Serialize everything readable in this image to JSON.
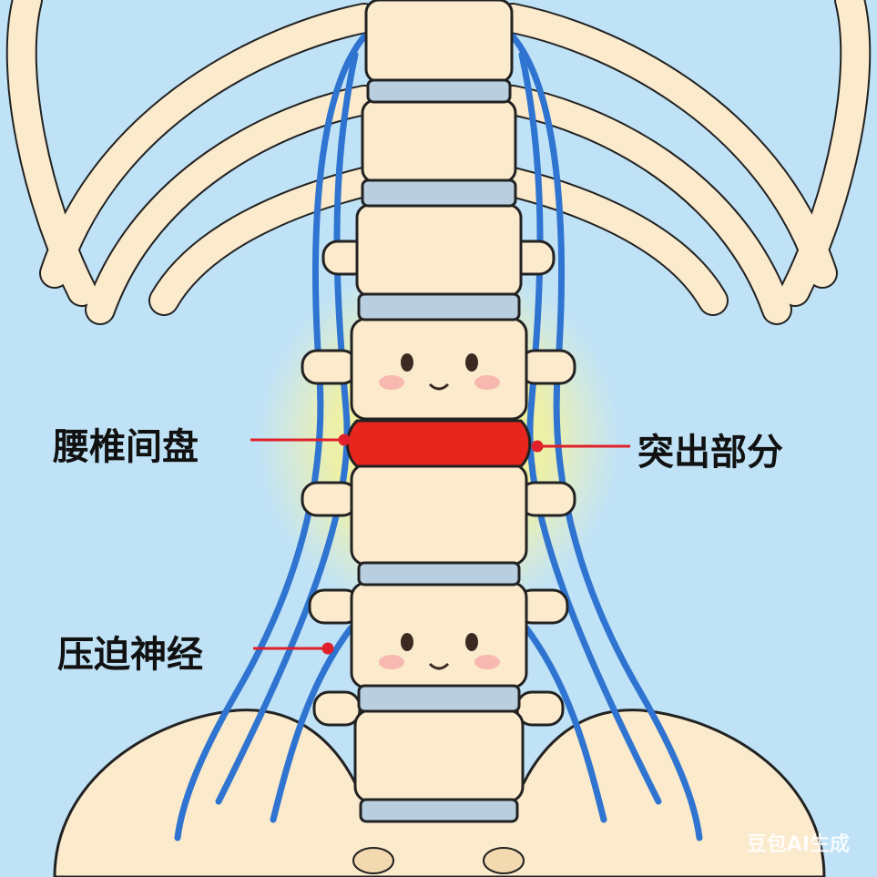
{
  "labels": {
    "disc": "腰椎间盘",
    "herniation": "突出部分",
    "nerve": "压迫神经"
  },
  "watermark": "豆包AI生成",
  "colors": {
    "background": "#bfe2f6",
    "bone": "#fbeacc",
    "disc": "#b9cfe0",
    "herniated_disc": "#e8261d",
    "nerve": "#2f74d0",
    "glow": "#fff36a",
    "pointer": "#e0202a"
  }
}
